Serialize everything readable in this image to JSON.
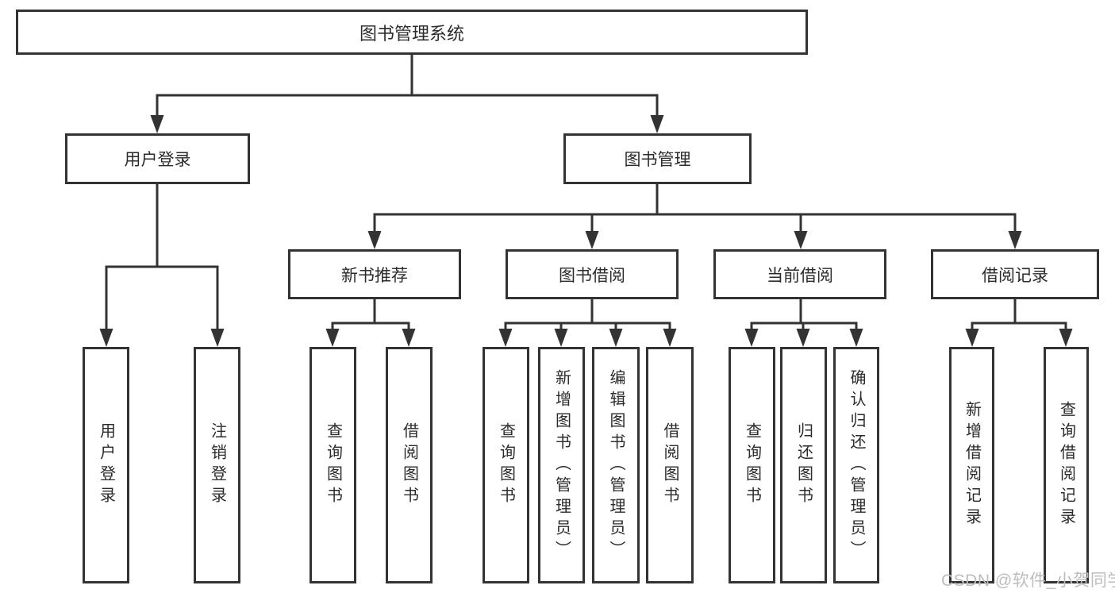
{
  "diagram_type": "hierarchy-tree",
  "colors": {
    "background": "#ffffff",
    "box_border": "#333333",
    "connector_line": "#333333",
    "text": "#2b2b2b",
    "watermark": "#bdbdbd"
  },
  "tree": {
    "label": "图书管理系统",
    "children": [
      {
        "label": "用户登录",
        "children": [
          {
            "label": "用户登录"
          },
          {
            "label": "注销登录"
          }
        ]
      },
      {
        "label": "图书管理",
        "children": [
          {
            "label": "新书推荐",
            "children": [
              {
                "label": "查询图书"
              },
              {
                "label": "借阅图书"
              }
            ]
          },
          {
            "label": "图书借阅",
            "children": [
              {
                "label": "查询图书"
              },
              {
                "label": "新增图书（管理员）"
              },
              {
                "label": "编辑图书（管理员）"
              },
              {
                "label": "借阅图书"
              }
            ]
          },
          {
            "label": "当前借阅",
            "children": [
              {
                "label": "查询图书"
              },
              {
                "label": "归还图书"
              },
              {
                "label": "确认归还（管理员）"
              }
            ]
          },
          {
            "label": "借阅记录",
            "children": [
              {
                "label": "新增借阅记录"
              },
              {
                "label": "查询借阅记录"
              }
            ]
          }
        ]
      }
    ]
  },
  "watermark": {
    "text": "CSDN @软件_小贺同学"
  }
}
